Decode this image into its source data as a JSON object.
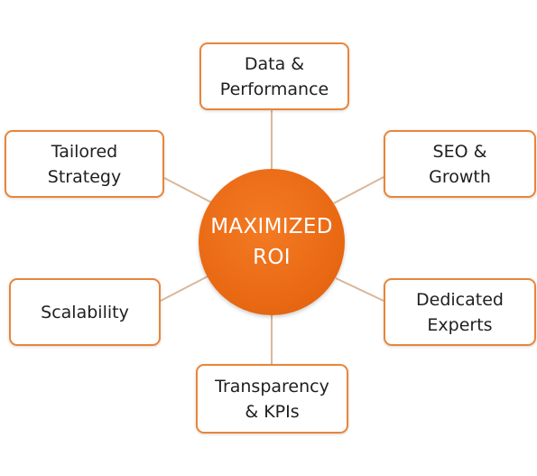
{
  "hub": {
    "label": "MAXIMIZED\nROI",
    "color": "#ea6a14"
  },
  "nodes": [
    {
      "id": "data-performance",
      "label": "Data &\nPerformance"
    },
    {
      "id": "seo-growth",
      "label": "SEO &\nGrowth"
    },
    {
      "id": "dedicated-experts",
      "label": "Dedicated\nExperts"
    },
    {
      "id": "transparency-kpis",
      "label": "Transparency\n& KPIs"
    },
    {
      "id": "scalability",
      "label": "Scalability"
    },
    {
      "id": "tailored-strategy",
      "label": "Tailored\nStrategy"
    }
  ],
  "colors": {
    "border": "#e8853a",
    "connector": "#d9b79a"
  }
}
